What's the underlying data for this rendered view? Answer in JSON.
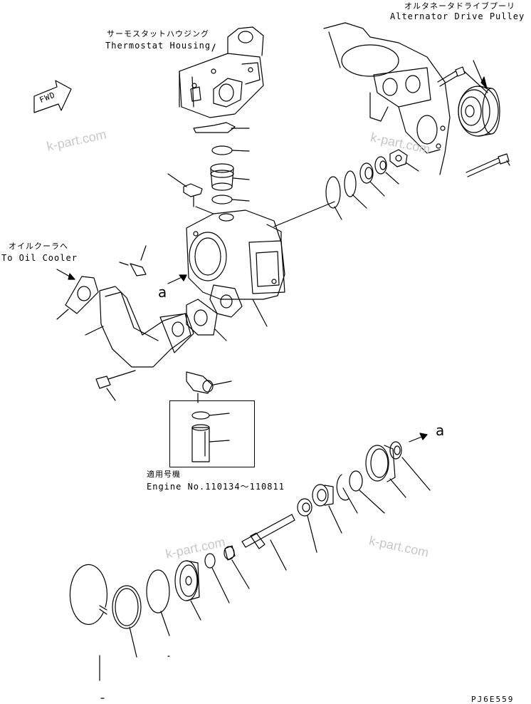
{
  "labels": {
    "thermostat_housing_jp": "サーモスタットハウジング",
    "thermostat_housing_en": "Thermostat Housing",
    "alternator_pulley_jp": "オルタネータドライブプーリ",
    "alternator_pulley_en": "Alternator Drive Pulley",
    "to_oil_cooler_jp": "オイルクーラへ",
    "to_oil_cooler_en": "To Oil Cooler",
    "serial_jp": "適用号機",
    "serial_en": "Engine No.110134～110811",
    "view_mark_upper": "a",
    "view_mark_lower": "a",
    "fwd": "FWD",
    "drawing_code": "PJ6E559"
  },
  "watermarks": [
    "k-part.com",
    "k-part.com",
    "k-part.com",
    "k-part.com"
  ],
  "colors": {
    "line": "#000000",
    "watermark": "#c8c8c8",
    "background": "#ffffff"
  }
}
